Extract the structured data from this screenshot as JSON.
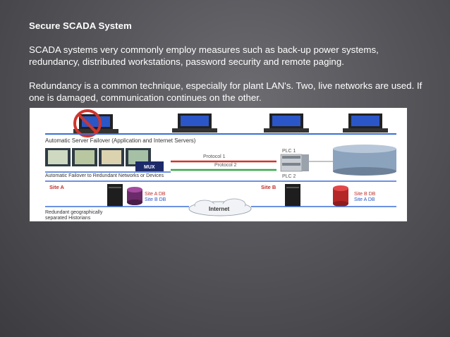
{
  "slide": {
    "title": "Secure SCADA System",
    "paragraph1": "SCADA systems very commonly employ measures such as back-up power systems, redundancy, distributed workstations, password security and remote paging.",
    "paragraph2": "Redundancy is a common technique, especially for plant LAN's. Two, live networks are used.  If one is damaged, communication continues on the other."
  },
  "diagram": {
    "caption_server_failover": "Automatic Server Failover (Application and Internet Servers)",
    "protocol1": "Protocol 1",
    "protocol2": "Protocol 2",
    "plc1": "PLC 1",
    "plc2": "PLC 2",
    "mux": "MUX",
    "caption_network_failover": "Automatic Failover to Redundant Networks or Devices",
    "site_a": "Site A",
    "site_b": "Site B",
    "site_a_db": "Site A DB",
    "site_b_db": "Site B DB",
    "internet": "Internet",
    "caption_historians_line1": "Redundant geographically",
    "caption_historians_line2": "separated Historians",
    "colors": {
      "network_blue": "#3b6fd8",
      "red_line": "#d0342c",
      "green_line": "#3aa84a",
      "db_red": "#e03b3b"
    }
  }
}
